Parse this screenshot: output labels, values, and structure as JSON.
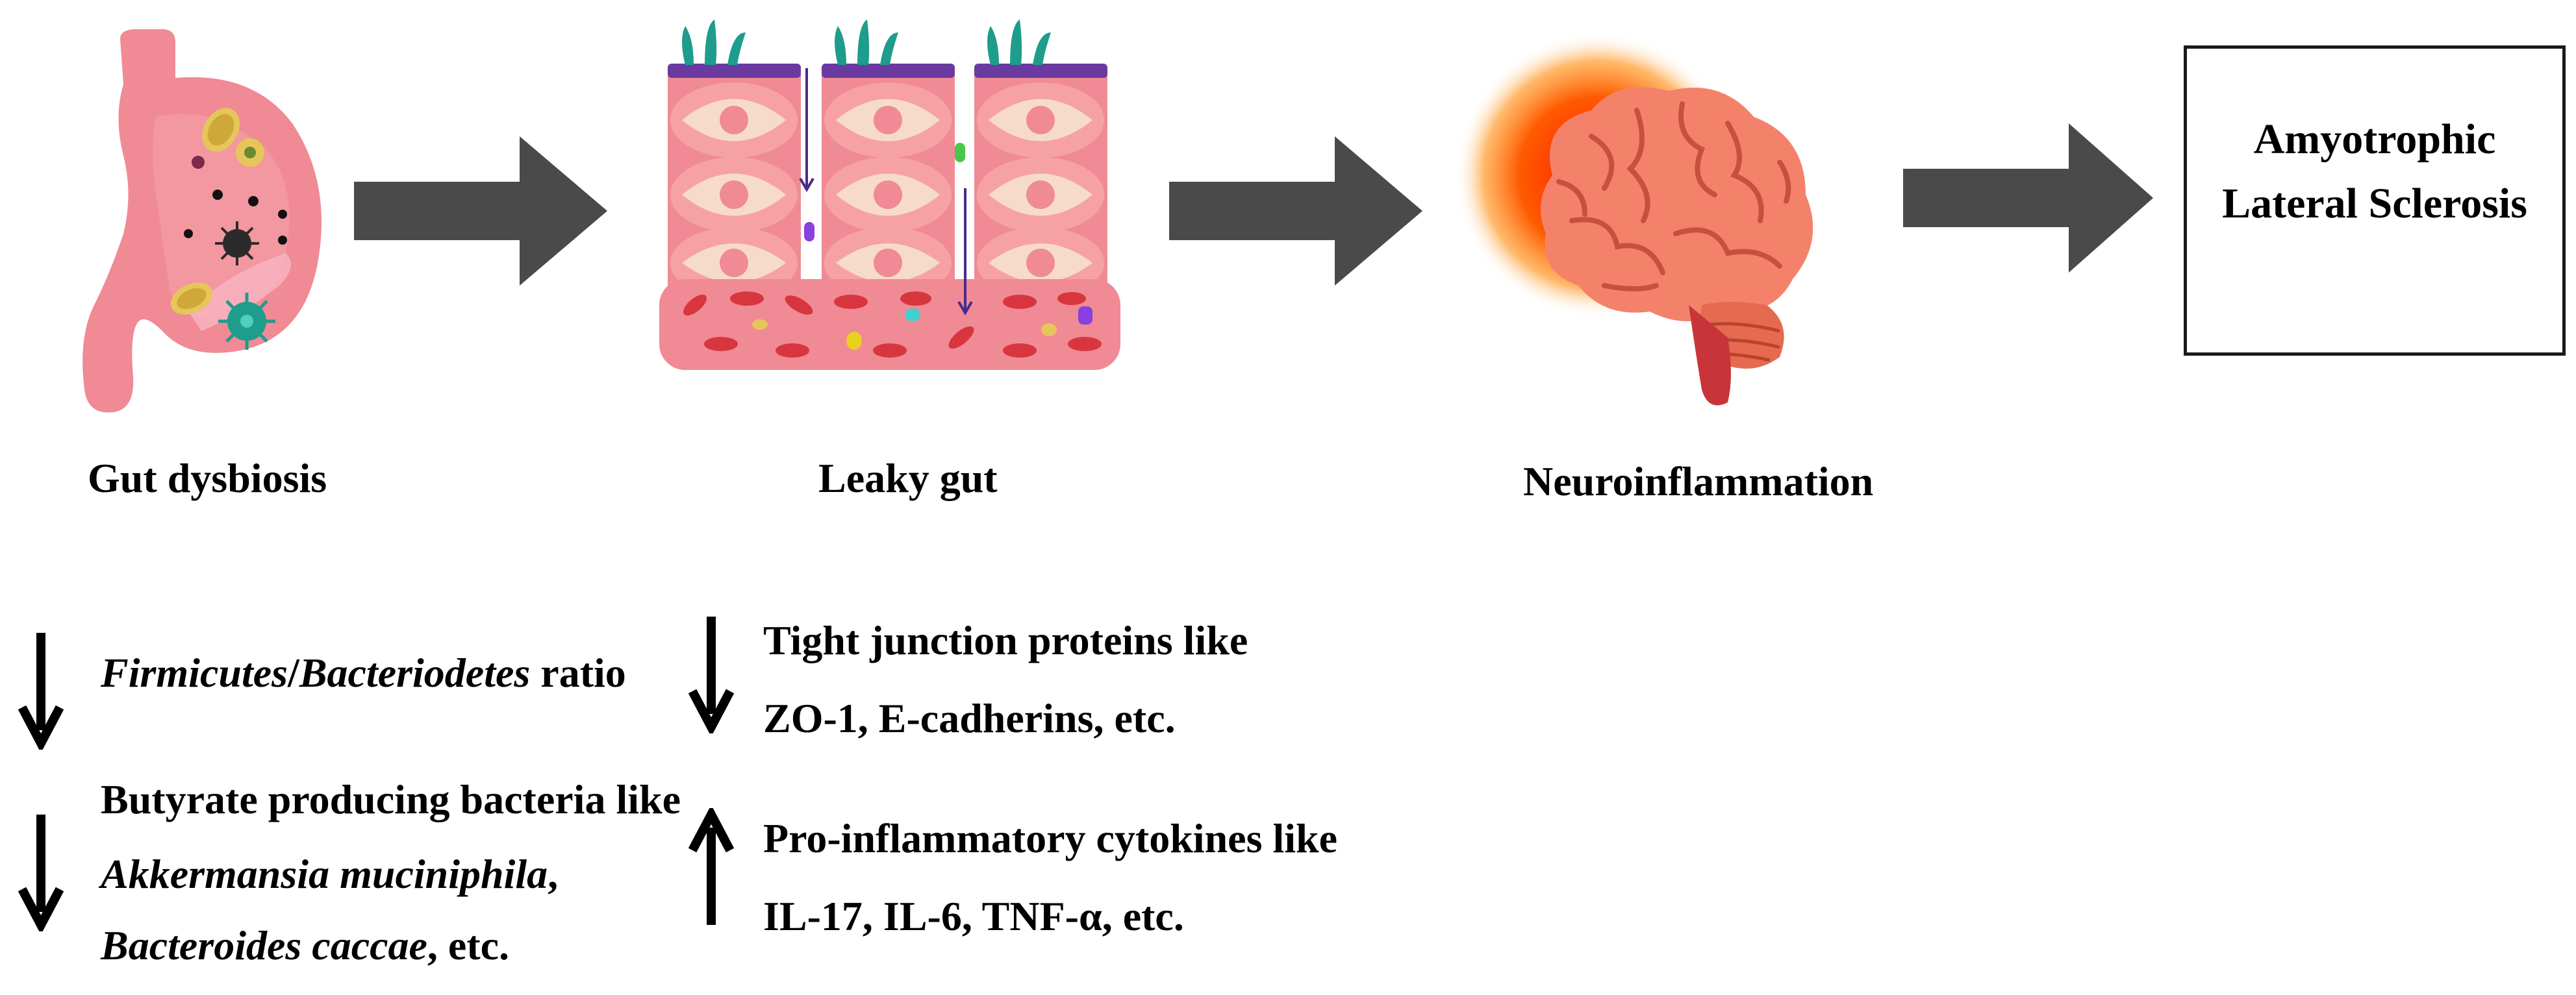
{
  "stages": {
    "gut_dysbiosis": "Gut dysbiosis",
    "leaky_gut": "Leaky gut",
    "neuroinflammation": "Neuroinflammation",
    "als": "Amyotrophic Lateral Sclerosis"
  },
  "notes": {
    "gut": [
      {
        "direction": "down",
        "lines": [
          "Firmicutes/Bacteriodetes ratio"
        ]
      },
      {
        "direction": "down",
        "lines": [
          "Butyrate producing bacteria like",
          "Akkermansia muciniphila,",
          "Bacteroides caccae, etc."
        ]
      }
    ],
    "leaky": [
      {
        "direction": "down",
        "lines": [
          "Tight junction proteins like",
          "ZO-1, E-cadherins, etc."
        ]
      },
      {
        "direction": "up",
        "lines": [
          "Pro-inflammatory cytokines like",
          "IL-17, IL-6, TNF-α, etc."
        ]
      }
    ]
  },
  "colors": {
    "arrow_gray": "#4a4a4a",
    "tissue_pink": "#f0808a",
    "cell_pink": "#f6a2a4",
    "nucleus_cream": "#f6dcc8",
    "villi_teal": "#1e9c8c",
    "membrane_purple": "#6a3aa0",
    "brain_orange": "#f4826a",
    "glow_red": "#ff2a00"
  },
  "icons": [
    "stomach-icon",
    "leaky-gut-icon",
    "brain-icon"
  ]
}
